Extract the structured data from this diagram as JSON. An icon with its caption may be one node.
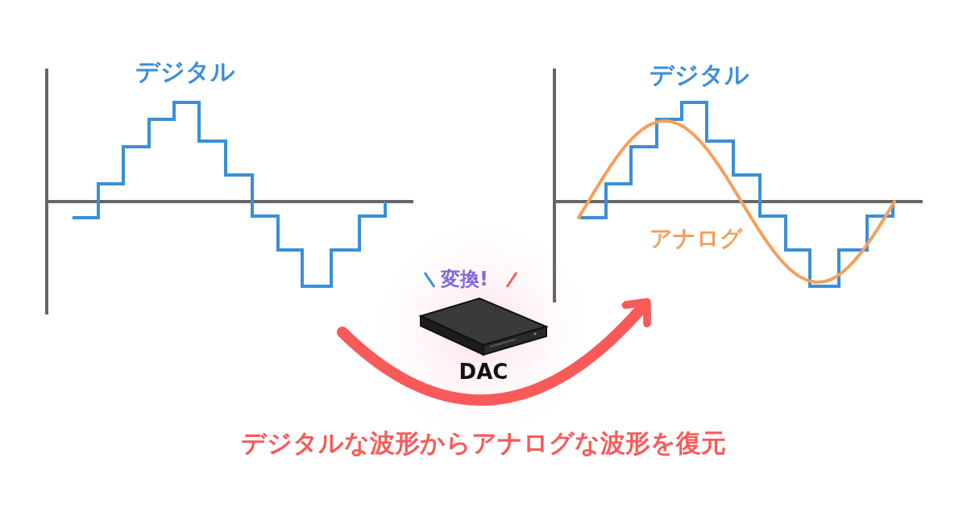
{
  "diagram": {
    "caption": "デジタルな波形からアナログな波形を復元",
    "nodes": [
      {
        "text": [
          "デジタル"
        ]
      },
      {
        "text": [
          "デジタル",
          "アナログ"
        ]
      },
      {
        "text": [
          "DAC"
        ],
        "beside": [
          "変換!"
        ]
      }
    ],
    "edges": [
      {
        "from": 0,
        "to": 1,
        "arrow": "to"
      }
    ]
  }
}
